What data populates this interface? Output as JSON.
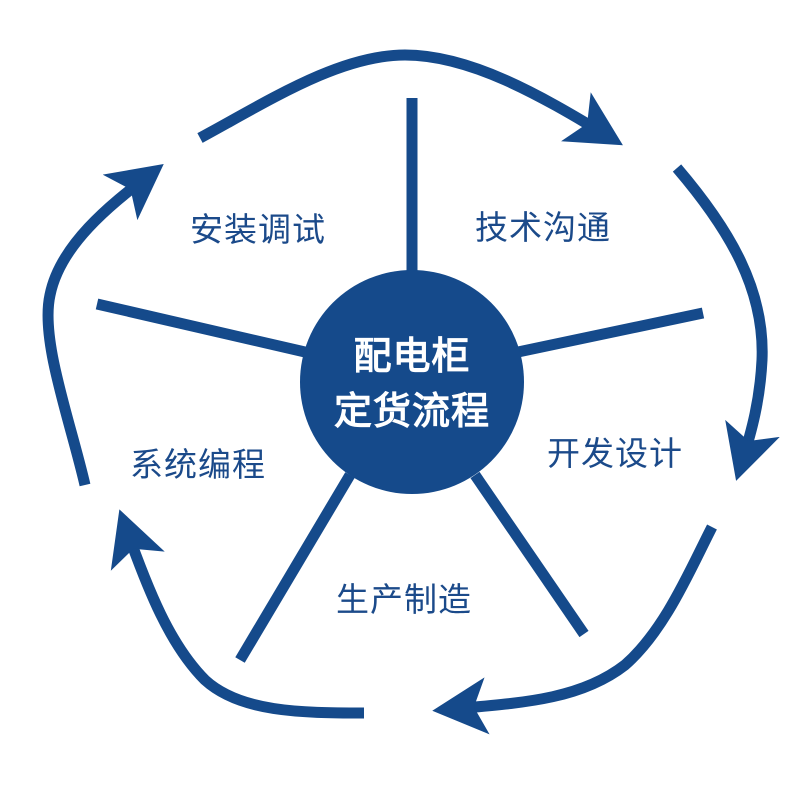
{
  "diagram": {
    "title_line1": "配电柜",
    "title_line2": "定货流程",
    "steps": [
      {
        "label": "技术沟通"
      },
      {
        "label": "开发设计"
      },
      {
        "label": "生产制造"
      },
      {
        "label": "系统编程"
      },
      {
        "label": "安装调试"
      }
    ],
    "colors": {
      "primary": "#154a8b",
      "text": "#1b4a8a",
      "center_text": "#ffffff",
      "background": "#ffffff"
    }
  }
}
